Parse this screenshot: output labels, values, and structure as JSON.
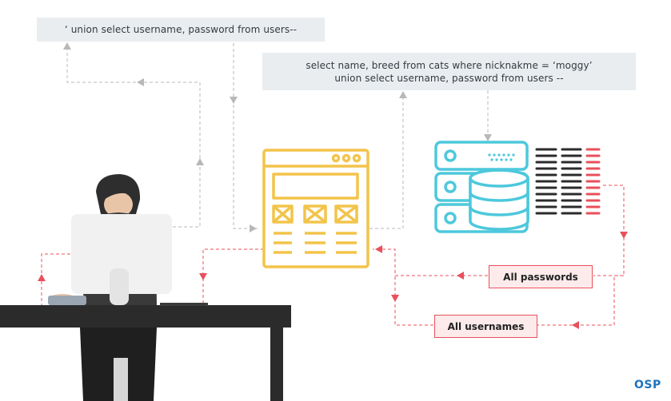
{
  "queries": {
    "injection": "‘ union select username, password from users--",
    "combined_line1": "select name, breed from cats where nicknakme = ‘moggy’",
    "combined_line2": "union select username, password from users --"
  },
  "results": {
    "passwords": "All passwords",
    "usernames": "All usernames"
  },
  "logo": {
    "text": "OSP"
  },
  "icons": {
    "attacker": "person-at-laptop-icon",
    "web_app": "browser-window-icon",
    "database": "database-server-icon"
  },
  "colors": {
    "request_arrow": "#b8b8b8",
    "response_arrow": "#e8505b",
    "web_app": "#f2c44a",
    "database": "#4dc8dc",
    "desk": "#2b2b2b",
    "logo": "#1e73be"
  }
}
